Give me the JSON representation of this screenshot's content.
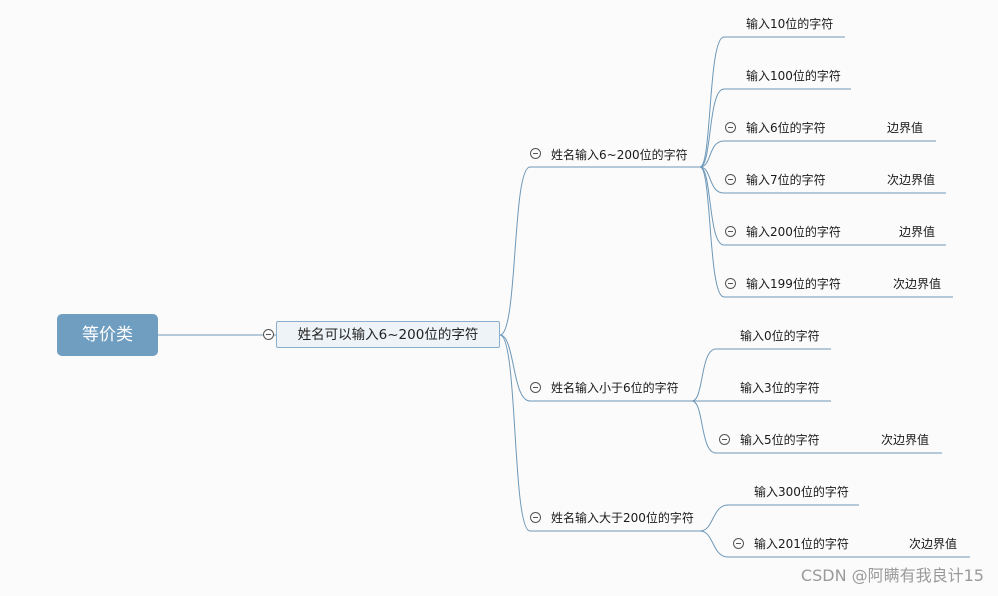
{
  "root": {
    "label": "等价类"
  },
  "main": {
    "label": "姓名可以输入6~200位的字符"
  },
  "groups": [
    {
      "label": "姓名输入6~200位的字符",
      "children": [
        {
          "label": "输入10位的字符",
          "note": ""
        },
        {
          "label": "输入100位的字符",
          "note": ""
        },
        {
          "label": "输入6位的字符",
          "note": "边界值"
        },
        {
          "label": "输入7位的字符",
          "note": "次边界值"
        },
        {
          "label": "输入200位的字符",
          "note": "边界值"
        },
        {
          "label": "输入199位的字符",
          "note": "次边界值"
        }
      ]
    },
    {
      "label": "姓名输入小于6位的字符",
      "children": [
        {
          "label": "输入0位的字符",
          "note": ""
        },
        {
          "label": "输入3位的字符",
          "note": ""
        },
        {
          "label": "输入5位的字符",
          "note": "次边界值"
        }
      ]
    },
    {
      "label": "姓名输入大于200位的字符",
      "children": [
        {
          "label": "输入300位的字符",
          "note": ""
        },
        {
          "label": "输入201位的字符",
          "note": "次边界值"
        }
      ]
    }
  ],
  "watermark": "CSDN @阿瞒有我良计15"
}
